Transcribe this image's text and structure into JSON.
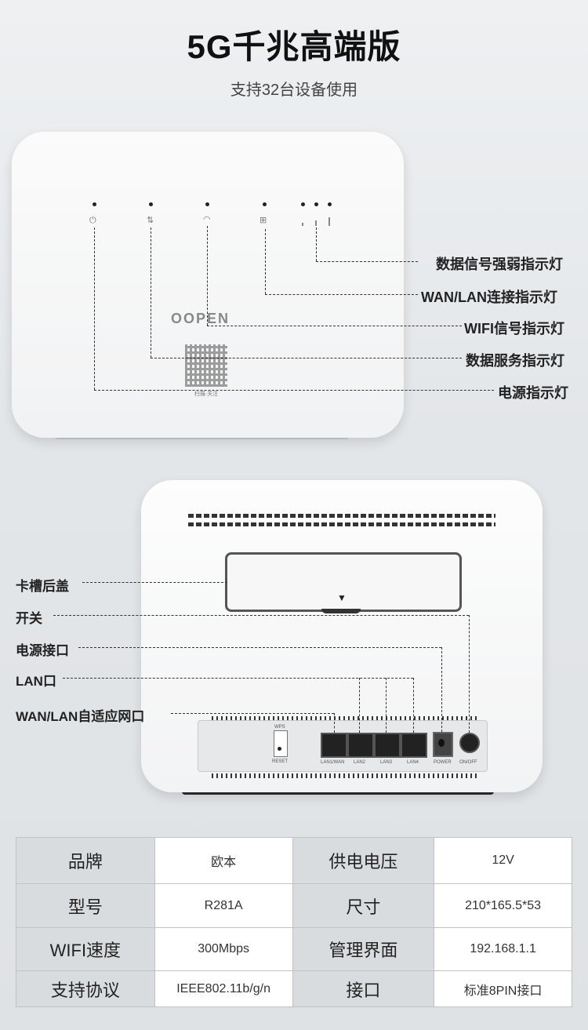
{
  "header": {
    "title": "5G千兆高端版",
    "subtitle": "支持32台设备使用"
  },
  "front": {
    "brand": "OOPEN",
    "qr_caption": "扫描·关注",
    "labels": {
      "signal": "数据信号强弱指示灯",
      "wan_lan": "WAN/LAN连接指示灯",
      "wifi": "WIFI信号指示灯",
      "data_service": "数据服务指示灯",
      "power": "电源指示灯"
    },
    "icons": [
      "power-icon",
      "data-arrows-icon",
      "wifi-icon",
      "network-icon",
      "signal-bars-icon"
    ]
  },
  "back": {
    "labels": {
      "slot_cover": "卡槽后盖",
      "switch": "开关",
      "power_port": "电源接口",
      "lan_port": "LAN口",
      "wan_lan_port": "WAN/LAN自适应网口"
    },
    "port_labels": {
      "wps": "WPS",
      "reset": "RESET",
      "lan1_wan": "LAN1/WAN",
      "lan2": "LAN2",
      "lan3": "LAN3",
      "lan4": "LAN4",
      "power": "POWER",
      "onoff": "ON/OFF"
    }
  },
  "specs": [
    [
      {
        "k": "品牌",
        "v": "欧本"
      },
      {
        "k": "供电电压",
        "v": "12V"
      }
    ],
    [
      {
        "k": "型号",
        "v": "R281A"
      },
      {
        "k": "尺寸",
        "v": "210*165.5*53"
      }
    ],
    [
      {
        "k": "WIFI速度",
        "v": "300Mbps"
      },
      {
        "k": "管理界面",
        "v": "192.168.1.1"
      }
    ],
    [
      {
        "k": "支持协议",
        "v": "IEEE802.11b/g/n"
      },
      {
        "k": "接口",
        "v": "标准8PIN接口"
      }
    ]
  ]
}
